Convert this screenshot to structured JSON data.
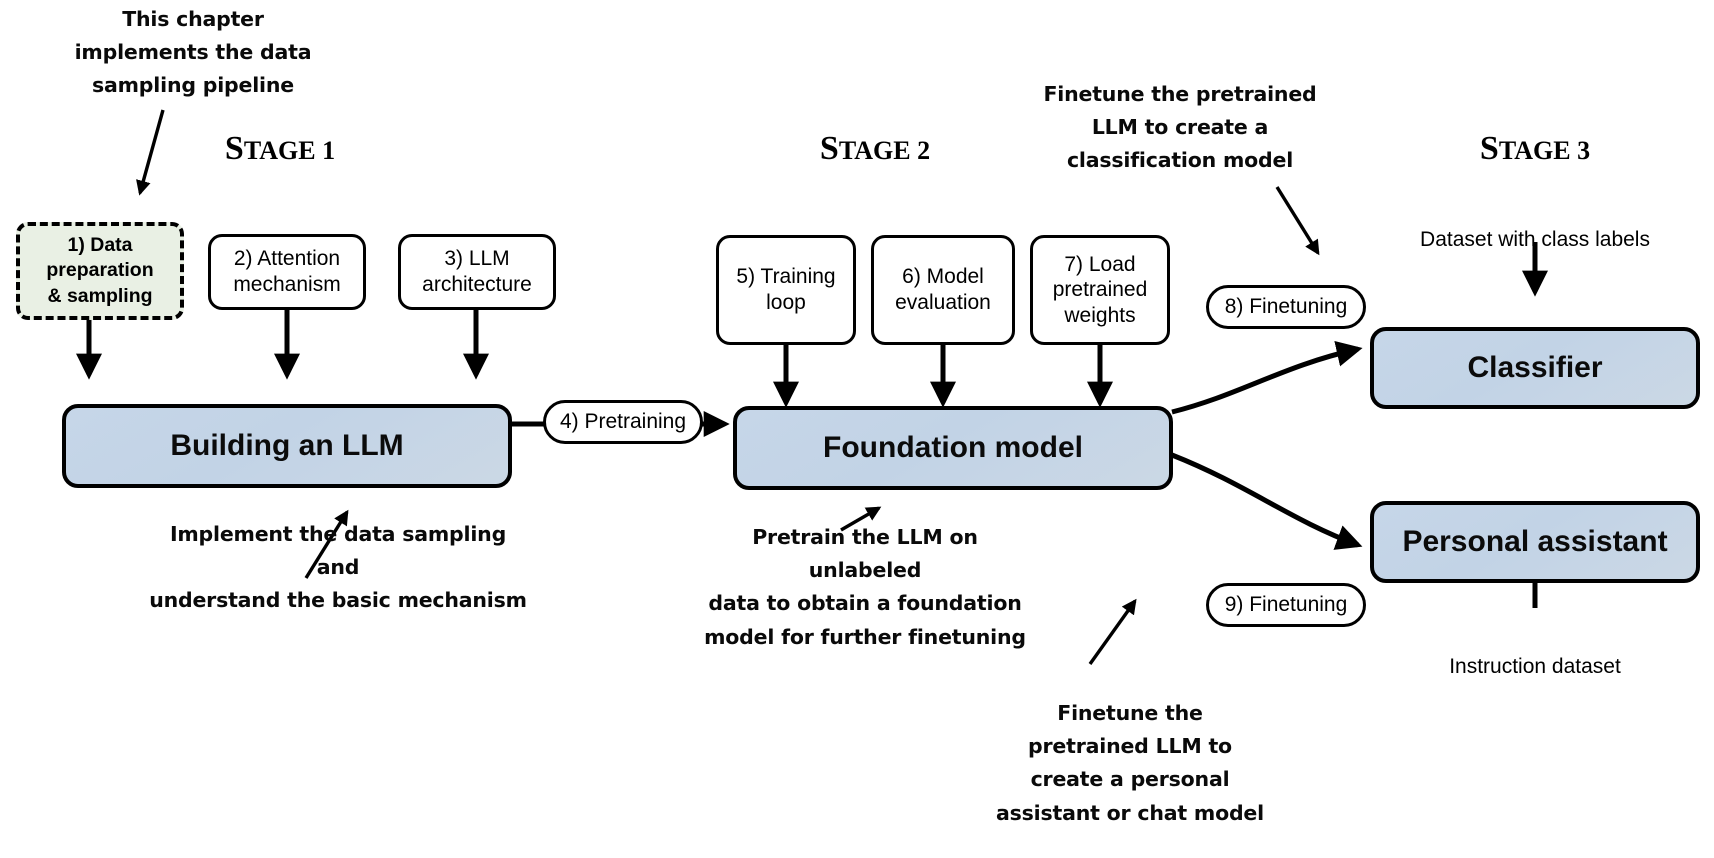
{
  "diagram": {
    "title": "Three-stage LLM build pipeline",
    "colors": {
      "box_blue": "#c4d5e7",
      "box_green": "#e9f0e4",
      "stroke": "#000000",
      "background": "#ffffff"
    }
  },
  "stages": [
    {
      "id": "stage-1",
      "prefix": "S",
      "rest": "TAGE 1"
    },
    {
      "id": "stage-2",
      "prefix": "S",
      "rest": "TAGE 2"
    },
    {
      "id": "stage-3",
      "prefix": "S",
      "rest": "TAGE 3"
    }
  ],
  "callouts": {
    "chapter_note": "This chapter\nimplements the data\nsampling pipeline",
    "building_note": "Implement the data sampling and\nunderstand the basic mechanism",
    "pretrain_note": "Pretrain the LLM on unlabeled\ndata to obtain a foundation\nmodel for further finetuning",
    "classify_note": "Finetune the pretrained\nLLM to create a\nclassification model",
    "assistant_note": "Finetune the\npretrained LLM to\ncreate a personal\nassistant or chat model"
  },
  "topic_boxes": [
    {
      "id": "box-1",
      "label": "1) Data\npreparation\n& sampling",
      "highlighted": true
    },
    {
      "id": "box-2",
      "label": "2) Attention\nmechanism",
      "highlighted": false
    },
    {
      "id": "box-3",
      "label": "3) LLM\narchitecture",
      "highlighted": false
    },
    {
      "id": "box-5",
      "label": "5) Training\nloop",
      "highlighted": false
    },
    {
      "id": "box-6",
      "label": "6) Model\nevaluation",
      "highlighted": false
    },
    {
      "id": "box-7",
      "label": "7) Load\npretrained\nweights",
      "highlighted": false
    }
  ],
  "pills": [
    {
      "id": "pill-4",
      "label": "4) Pretraining"
    },
    {
      "id": "pill-8",
      "label": "8) Finetuning"
    },
    {
      "id": "pill-9",
      "label": "9) Finetuning"
    }
  ],
  "big_boxes": [
    {
      "id": "building-an-llm",
      "label": "Building an LLM"
    },
    {
      "id": "foundation-model",
      "label": "Foundation model"
    },
    {
      "id": "classifier",
      "label": "Classifier"
    },
    {
      "id": "personal-assistant",
      "label": "Personal assistant"
    }
  ],
  "captions": {
    "dataset_class_labels": "Dataset with class labels",
    "instruction_dataset": "Instruction dataset"
  }
}
